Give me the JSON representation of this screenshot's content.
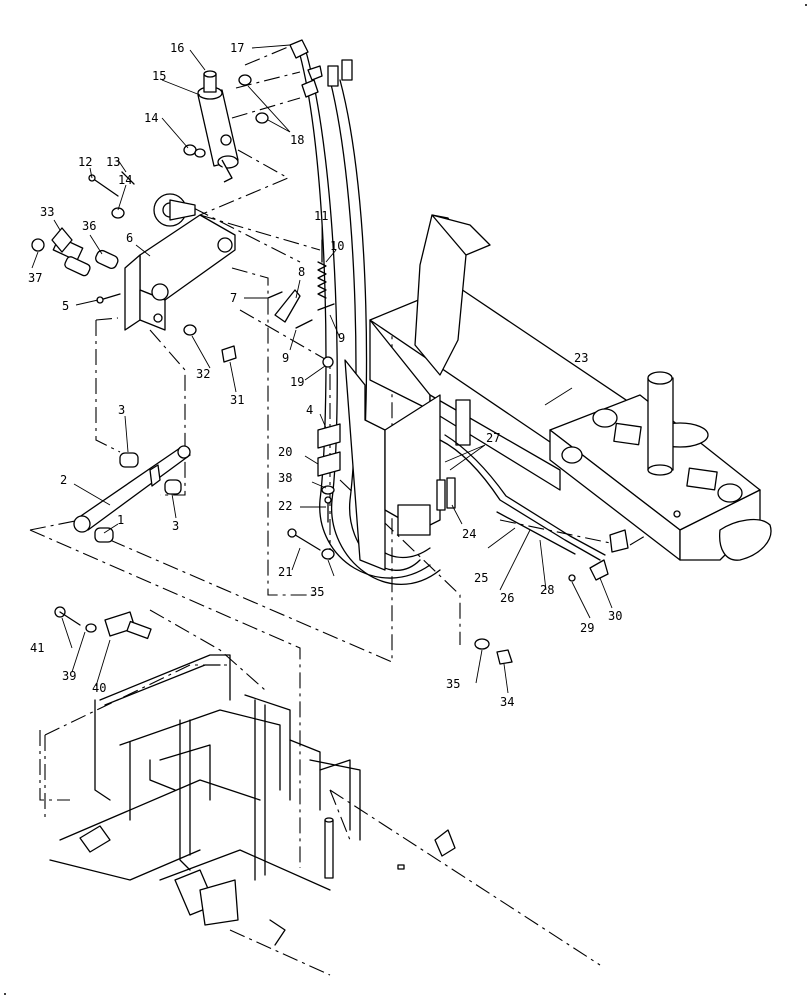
{
  "callouts": [
    {
      "id": "c1",
      "label": "1"
    },
    {
      "id": "c2",
      "label": "2"
    },
    {
      "id": "c3a",
      "label": "3"
    },
    {
      "id": "c3b",
      "label": "3"
    },
    {
      "id": "c4",
      "label": "4"
    },
    {
      "id": "c5",
      "label": "5"
    },
    {
      "id": "c6",
      "label": "6"
    },
    {
      "id": "c7",
      "label": "7"
    },
    {
      "id": "c8",
      "label": "8"
    },
    {
      "id": "c9a",
      "label": "9"
    },
    {
      "id": "c9b",
      "label": "9"
    },
    {
      "id": "c10",
      "label": "10"
    },
    {
      "id": "c11",
      "label": "11"
    },
    {
      "id": "c12",
      "label": "12"
    },
    {
      "id": "c13",
      "label": "13"
    },
    {
      "id": "c14a",
      "label": "14"
    },
    {
      "id": "c14b",
      "label": "14"
    },
    {
      "id": "c15",
      "label": "15"
    },
    {
      "id": "c16",
      "label": "16"
    },
    {
      "id": "c17",
      "label": "17"
    },
    {
      "id": "c18",
      "label": "18"
    },
    {
      "id": "c19",
      "label": "19"
    },
    {
      "id": "c20",
      "label": "20"
    },
    {
      "id": "c21",
      "label": "21"
    },
    {
      "id": "c22",
      "label": "22"
    },
    {
      "id": "c23",
      "label": "23"
    },
    {
      "id": "c24",
      "label": "24"
    },
    {
      "id": "c25",
      "label": "25"
    },
    {
      "id": "c26",
      "label": "26"
    },
    {
      "id": "c27",
      "label": "27"
    },
    {
      "id": "c28",
      "label": "28"
    },
    {
      "id": "c29",
      "label": "29"
    },
    {
      "id": "c30",
      "label": "30"
    },
    {
      "id": "c31",
      "label": "31"
    },
    {
      "id": "c32",
      "label": "32"
    },
    {
      "id": "c33",
      "label": "33"
    },
    {
      "id": "c34",
      "label": "34"
    },
    {
      "id": "c35a",
      "label": "35"
    },
    {
      "id": "c35b",
      "label": "35"
    },
    {
      "id": "c36",
      "label": "36"
    },
    {
      "id": "c37",
      "label": "37"
    },
    {
      "id": "c38",
      "label": "38"
    },
    {
      "id": "c39",
      "label": "39"
    },
    {
      "id": "c40",
      "label": "40"
    },
    {
      "id": "c41",
      "label": "41"
    }
  ]
}
